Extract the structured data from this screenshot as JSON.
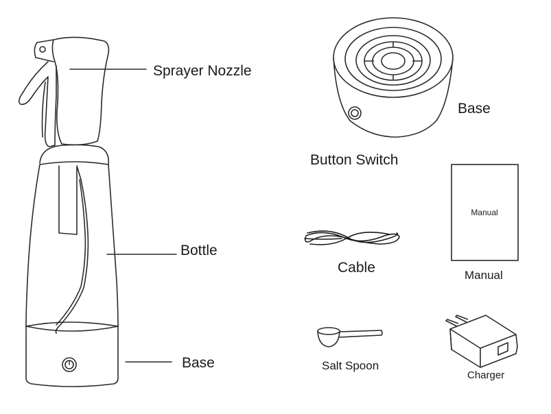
{
  "labels": {
    "sprayer_nozzle": "Sprayer Nozzle",
    "bottle": "Bottle",
    "base_bottom": "Base",
    "base_top": "Base",
    "button_switch": "Button Switch",
    "cable": "Cable",
    "manual_cover": "Manual",
    "manual_caption": "Manual",
    "salt_spoon": "Salt Spoon",
    "charger": "Charger"
  },
  "colors": {
    "line": "#2a2a2a",
    "background": "#ffffff"
  }
}
